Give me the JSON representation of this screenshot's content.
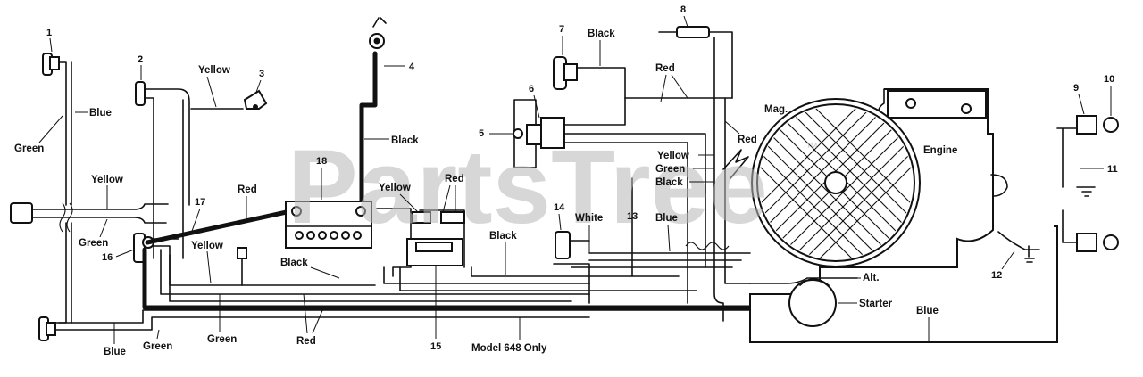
{
  "watermark": {
    "text": "PartsTree",
    "trademark": "™"
  },
  "part_numbers": [
    "1",
    "2",
    "3",
    "4",
    "5",
    "6",
    "7",
    "8",
    "9",
    "10",
    "11",
    "12",
    "13",
    "14",
    "15",
    "16",
    "17",
    "18"
  ],
  "wire_labels": {
    "blue_left": "Blue",
    "green_left": "Green",
    "yellow_upper": "Yellow",
    "yellow_left": "Yellow",
    "green_mid_left": "Green",
    "red_17": "Red",
    "yellow_lower": "Yellow",
    "black_lower": "Black",
    "black_4": "Black",
    "yellow_center": "Yellow",
    "red_center": "Red",
    "black_center": "Black",
    "black_top": "Black",
    "red_top": "Red",
    "red_mag": "Red",
    "white_14": "White",
    "blue_13": "Blue",
    "yellow_right": "Yellow",
    "green_right": "Green",
    "black_right": "Black",
    "blue_bottom_left": "Blue",
    "green_bottom": "Green",
    "green_bottom2": "Green",
    "red_bottom": "Red",
    "blue_bottom_right": "Blue"
  },
  "component_labels": {
    "mag": "Mag.",
    "engine": "Engine",
    "alt": "Alt.",
    "starter": "Starter",
    "model_note": "Model 648 Only"
  }
}
